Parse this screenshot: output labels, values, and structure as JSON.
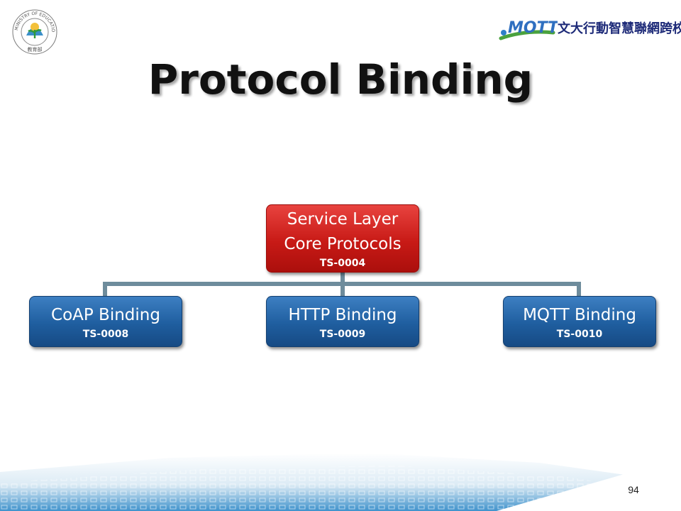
{
  "header": {
    "moe_logo": {
      "ring_text": "MINISTRY OF EDUCATION",
      "bottom_text": "教育部"
    },
    "alliance_logo": {
      "mark_text": "MOTT",
      "name": "文大行動智慧聯網跨校聯盟"
    }
  },
  "slide": {
    "title": "Protocol Binding",
    "page_number": "94"
  },
  "diagram": {
    "root": {
      "line1": "Service Layer",
      "line2": "Core Protocols",
      "code": "TS-0004"
    },
    "children": [
      {
        "label": "CoAP Binding",
        "code": "TS-0008"
      },
      {
        "label": "HTTP Binding",
        "code": "TS-0009"
      },
      {
        "label": "MQTT Binding",
        "code": "TS-0010"
      }
    ]
  },
  "colors": {
    "root_box": "#c81a16",
    "child_box": "#1f5e9f",
    "connector": "#6e8c9c"
  }
}
